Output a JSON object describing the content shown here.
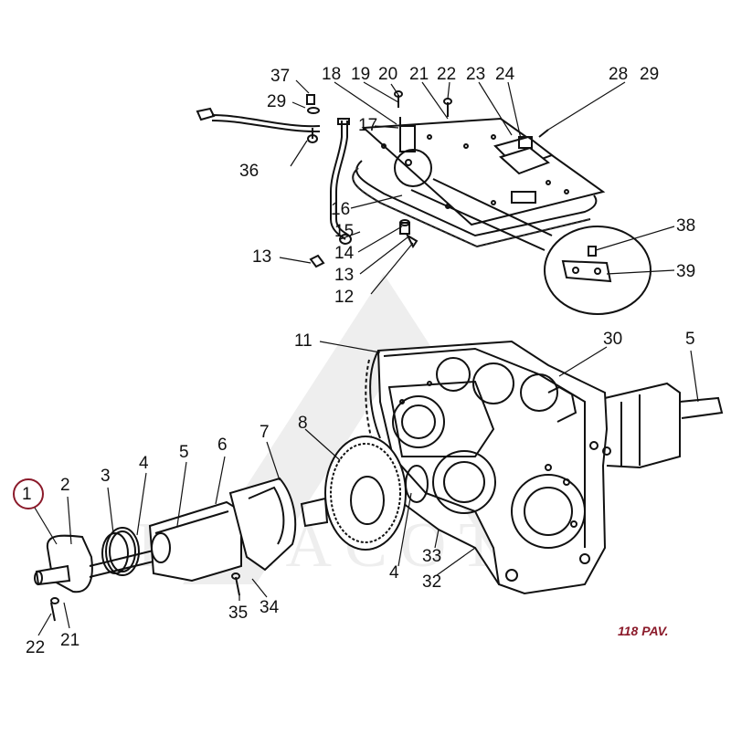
{
  "diagram": {
    "reference_code": "118 PAV.",
    "watermark": "DIRACOTA",
    "highlighted_part": "1",
    "highlight_color": "#8b1a2a",
    "callouts": {
      "c1": "1",
      "c2": "2",
      "c3": "3",
      "c4a": "4",
      "c4b": "4",
      "c5a": "5",
      "c5b": "5",
      "c6": "6",
      "c7": "7",
      "c8": "8",
      "c11": "11",
      "c12": "12",
      "c13a": "13",
      "c13b": "13",
      "c14": "14",
      "c15": "15",
      "c16": "16",
      "c17": "17",
      "c18": "18",
      "c19": "19",
      "c20": "20",
      "c21a": "21",
      "c21b": "21",
      "c22a": "22",
      "c22b": "22",
      "c23": "23",
      "c24": "24",
      "c28": "28",
      "c29a": "29",
      "c29b": "29",
      "c30": "30",
      "c32": "32",
      "c33": "33",
      "c34": "34",
      "c35": "35",
      "c36": "36",
      "c37": "37",
      "c38": "38",
      "c39": "39"
    }
  }
}
